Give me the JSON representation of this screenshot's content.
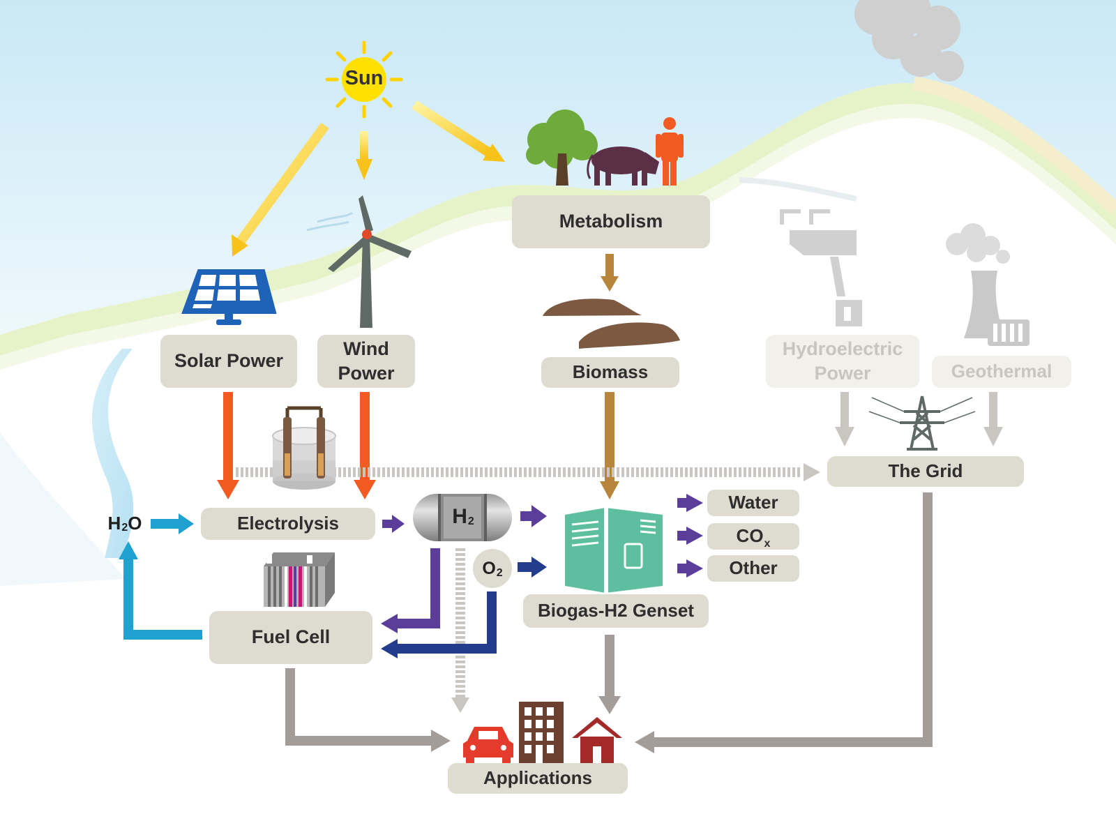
{
  "sun": {
    "label": "Sun"
  },
  "sources": {
    "solar": "Solar Power",
    "wind": "Wind Power",
    "metabolism": "Metabolism",
    "biomass": "Biomass",
    "hydroelectric": "Hydroelectric Power",
    "geothermal": "Geothermal"
  },
  "processes": {
    "electrolysis": "Electrolysis",
    "fuel_cell": "Fuel Cell",
    "genset": "Biogas-H2 Genset",
    "grid": "The Grid",
    "applications": "Applications"
  },
  "molecules": {
    "water_main": "H",
    "water_sub": "2",
    "water_tail": "O",
    "h2_main": "H",
    "h2_sub": "2",
    "o2_main": "O",
    "o2_sub": "2"
  },
  "outputs": {
    "water": "Water",
    "cox_main": "CO",
    "cox_sub": "x",
    "other": "Other"
  },
  "colors": {
    "renewable_arrow": "#f15a22",
    "biomass_arrow": "#b8863b",
    "hydrogen_arrow": "#5b3e9a",
    "oxygen_arrow": "#233d8c",
    "water_arrow": "#1fa2d0",
    "grid_arrow": "#a49c98",
    "sun": "#ffe000",
    "genset": "#5dbf9f"
  },
  "icons": [
    "sun-icon",
    "solar-panel-icon",
    "wind-turbine-icon",
    "tree-icon",
    "cow-icon",
    "person-icon",
    "biomass-icon",
    "hydro-dam-icon",
    "geothermal-plant-icon",
    "power-tower-icon",
    "electrolyzer-icon",
    "h2-tank-icon",
    "genset-icon",
    "fuel-cell-stack-icon",
    "car-icon",
    "building-icon",
    "house-icon"
  ]
}
